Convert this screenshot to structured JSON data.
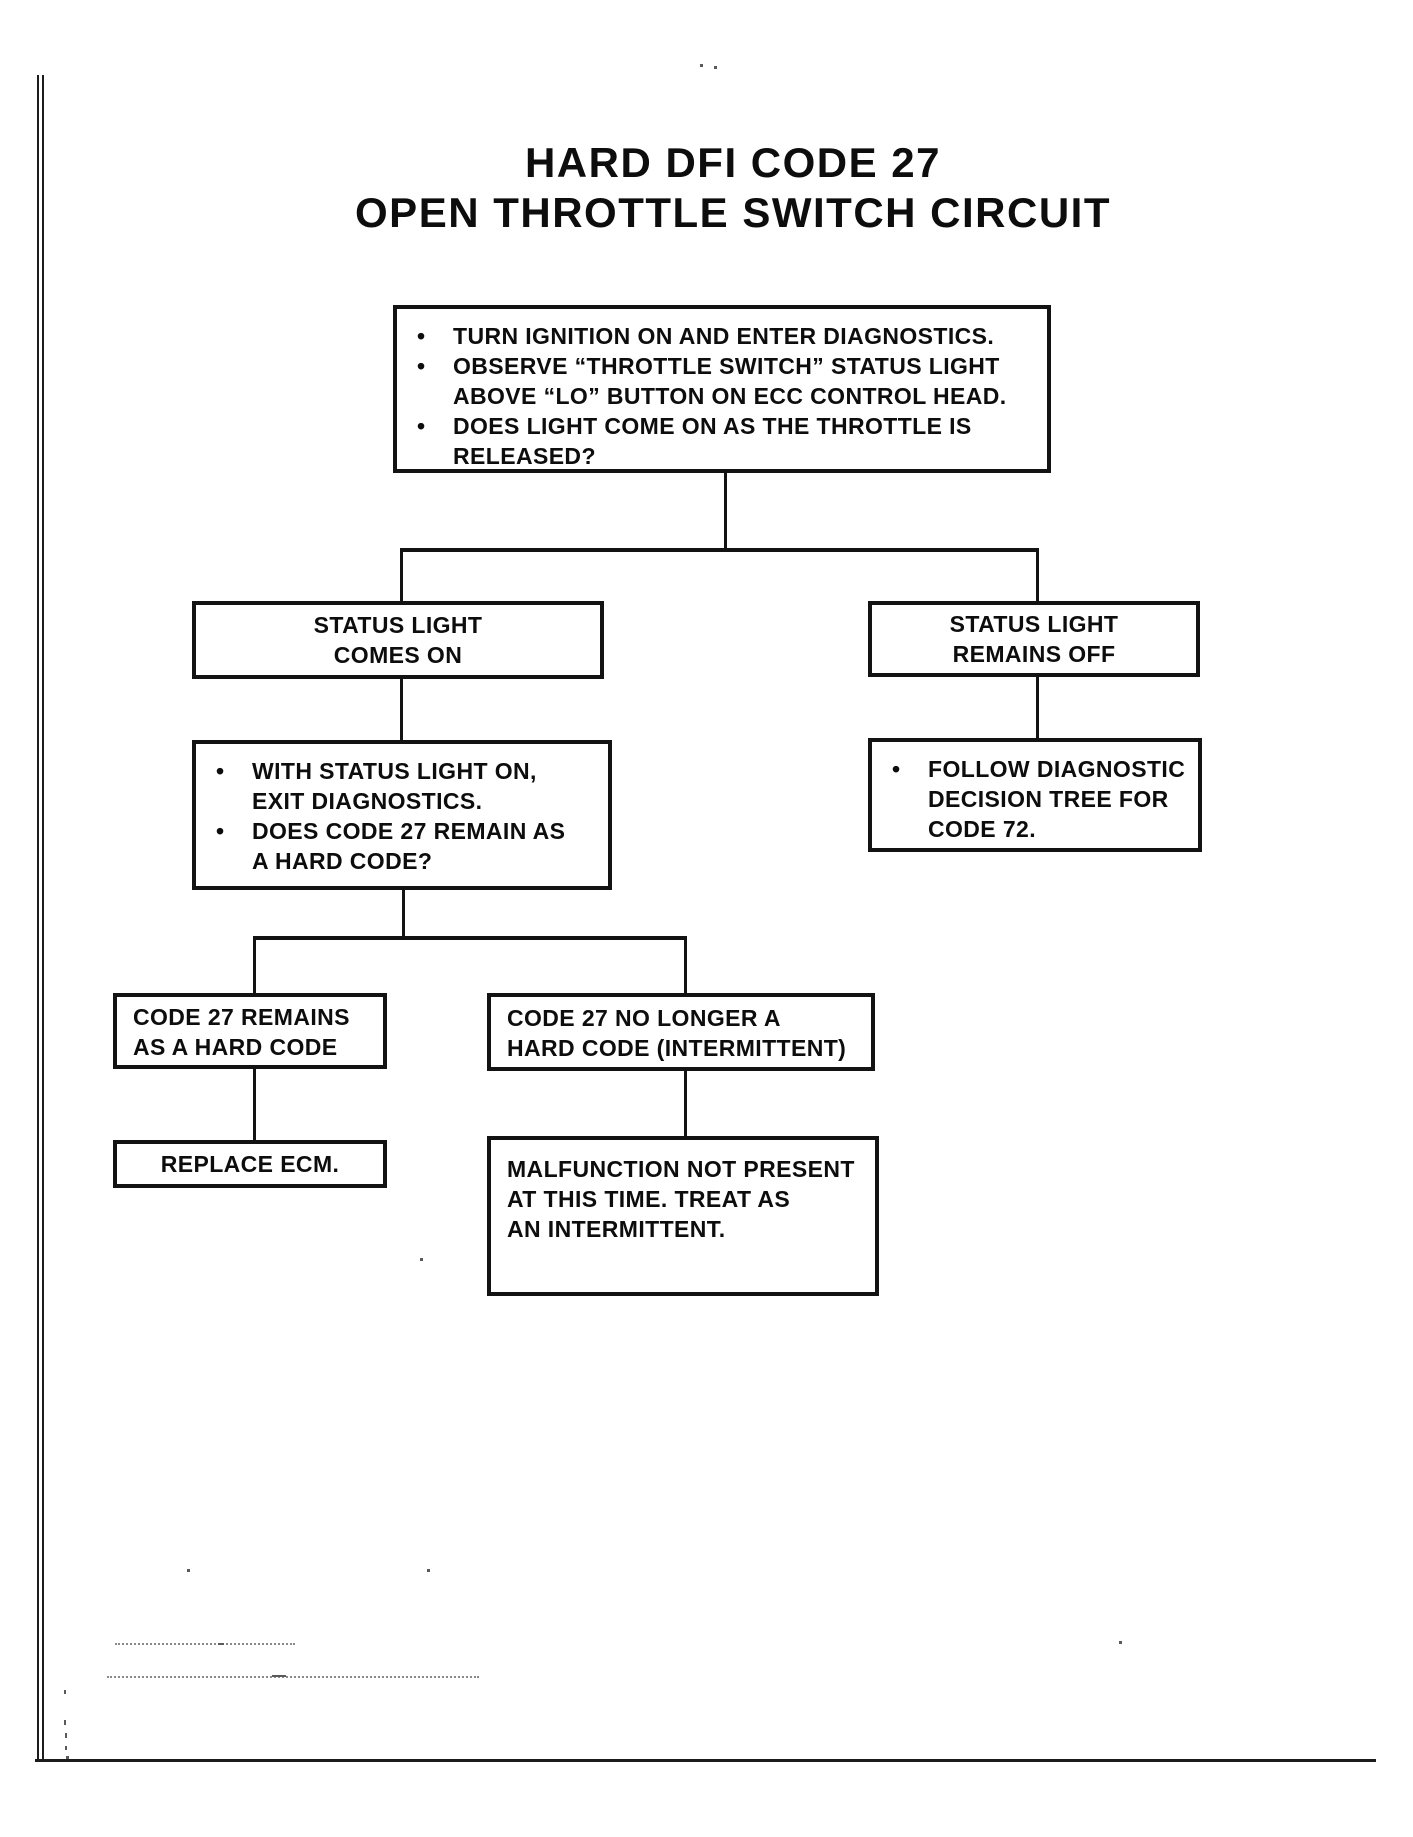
{
  "page": {
    "title": {
      "line1": "HARD DFI CODE 27",
      "line2": "OPEN THROTTLE SWITCH CIRCUIT"
    }
  },
  "flowchart": {
    "start": {
      "bullets": [
        {
          "lines": [
            "TURN IGNITION ON AND ENTER DIAGNOSTICS."
          ]
        },
        {
          "lines": [
            "OBSERVE “THROTTLE SWITCH” STATUS LIGHT",
            "ABOVE “LO” BUTTON ON ECC CONTROL HEAD."
          ]
        },
        {
          "lines": [
            "DOES LIGHT COME ON AS THE THROTTLE IS",
            "RELEASED?"
          ]
        }
      ]
    },
    "status_light_comes_on": {
      "lines": [
        "STATUS LIGHT",
        "COMES ON"
      ]
    },
    "status_light_remains_off": {
      "lines": [
        "STATUS LIGHT",
        "REMAINS OFF"
      ]
    },
    "exit_diagnostics": {
      "bullets": [
        {
          "lines": [
            "WITH STATUS LIGHT ON,",
            "EXIT DIAGNOSTICS."
          ]
        },
        {
          "lines": [
            "DOES CODE 27 REMAIN AS",
            "A HARD CODE?"
          ]
        }
      ]
    },
    "follow_code_72": {
      "bullets": [
        {
          "lines": [
            "FOLLOW DIAGNOSTIC",
            "DECISION TREE FOR",
            "CODE 72."
          ]
        }
      ]
    },
    "code_27_remains": {
      "lines": [
        "CODE 27 REMAINS",
        "AS A HARD CODE"
      ]
    },
    "code_27_no_longer": {
      "lines": [
        "CODE 27 NO LONGER A",
        "HARD CODE (INTERMITTENT)"
      ]
    },
    "replace_ecm": {
      "lines": [
        "REPLACE ECM."
      ]
    },
    "malfunction_not_present": {
      "lines": [
        "MALFUNCTION NOT PRESENT",
        "AT THIS TIME. TREAT AS",
        "AN INTERMITTENT."
      ]
    }
  },
  "colors": {
    "ink": "#131313",
    "paper": "#ffffff"
  }
}
